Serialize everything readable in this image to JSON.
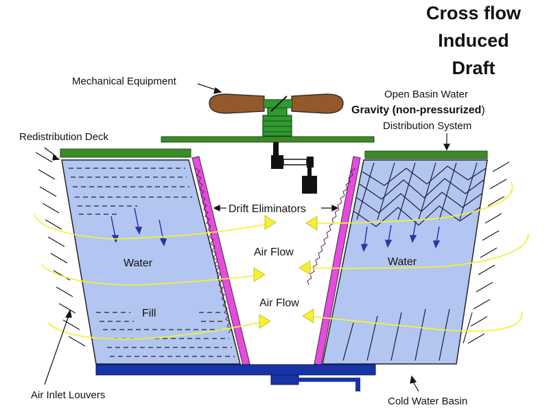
{
  "title": {
    "line1": "Cross flow",
    "line2": "Induced",
    "line3": "Draft"
  },
  "labels": {
    "mechanical_equipment": "Mechanical Equipment",
    "redistribution_deck": "Redistribution Deck",
    "open_basin_line1": "Open Basin Water",
    "open_basin_bold": "Gravity (non-pressurized",
    "open_basin_paren": ")",
    "open_basin_line3": "Distribution System",
    "drift_eliminators": "Drift Eliminators",
    "air_flow_top": "Air Flow",
    "air_flow_bottom": "Air Flow",
    "water_left": "Water",
    "water_right": "Water",
    "fill": "Fill",
    "air_inlet_louvers": "Air Inlet Louvers",
    "cold_water_basin": "Cold Water Basin"
  },
  "colors": {
    "water": "#b3c6f2",
    "fill_outline": "#1a1a2e",
    "deck": "#3c8a28",
    "eliminator": "#e84ae0",
    "basin": "#1733a6",
    "gear_brown": "#93582c",
    "motor_green": "#2f9a2f",
    "airflow": "#f4f03a",
    "arrow_blue": "#2b34a6"
  }
}
